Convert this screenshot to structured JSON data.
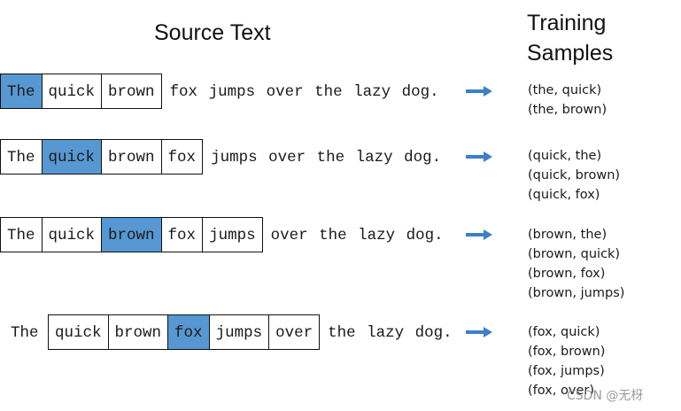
{
  "headings": {
    "source": "Source Text",
    "training_line1": "Training",
    "training_line2": "Samples"
  },
  "rows": [
    {
      "words": [
        "The",
        "quick",
        "brown",
        "fox",
        "jumps",
        "over",
        "the",
        "lazy",
        "dog."
      ],
      "window": [
        0,
        2
      ],
      "center": 0,
      "samples": [
        "(the, quick)",
        "(the, brown)"
      ]
    },
    {
      "words": [
        "The",
        "quick",
        "brown",
        "fox",
        "jumps",
        "over",
        "the",
        "lazy",
        "dog."
      ],
      "window": [
        0,
        3
      ],
      "center": 1,
      "samples": [
        "(quick, the)",
        "(quick, brown)",
        "(quick, fox)"
      ]
    },
    {
      "words": [
        "The",
        "quick",
        "brown",
        "fox",
        "jumps",
        "over",
        "the",
        "lazy",
        "dog."
      ],
      "window": [
        0,
        4
      ],
      "center": 2,
      "samples": [
        "(brown, the)",
        "(brown, quick)",
        "(brown, fox)",
        "(brown, jumps)"
      ]
    },
    {
      "words": [
        "The",
        "quick",
        "brown",
        "fox",
        "jumps",
        "over",
        "the",
        "lazy",
        "dog."
      ],
      "window": [
        1,
        5
      ],
      "center": 3,
      "samples": [
        "(fox, quick)",
        "(fox, brown)",
        "(fox, jumps)",
        "(fox, over)"
      ]
    }
  ],
  "watermark": "CSDN @无枒",
  "colors": {
    "highlight": "#5797d2",
    "arrow": "#3f7fc6"
  }
}
